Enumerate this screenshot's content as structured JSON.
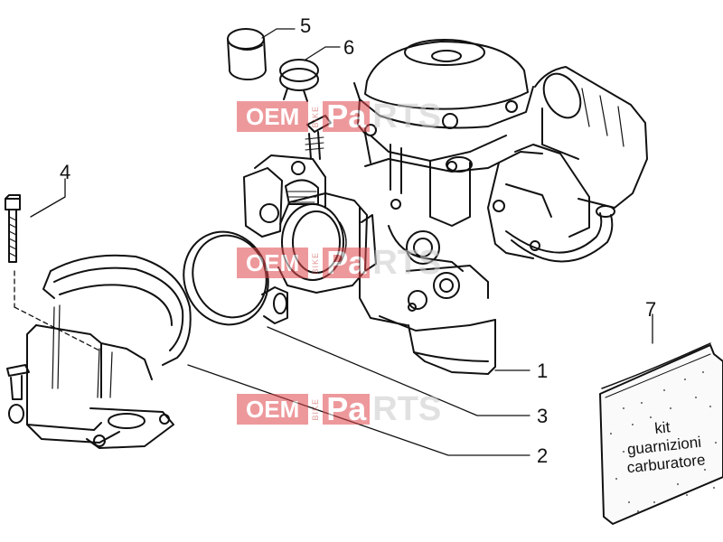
{
  "callouts": {
    "c1": "1",
    "c2": "2",
    "c3": "3",
    "c4": "4",
    "c5": "5",
    "c6": "6",
    "c7": "7"
  },
  "watermark": {
    "oem": "OEM",
    "bike": "BIKE",
    "pa": "Pa",
    "rts": "RTS"
  },
  "kit_label": {
    "line1": "kit",
    "line2": "guarnizioni",
    "line3": "carburatore"
  },
  "colors": {
    "line": "#111111",
    "watermark_red": "#e0474c",
    "watermark_grey": "#c9c9c9"
  }
}
